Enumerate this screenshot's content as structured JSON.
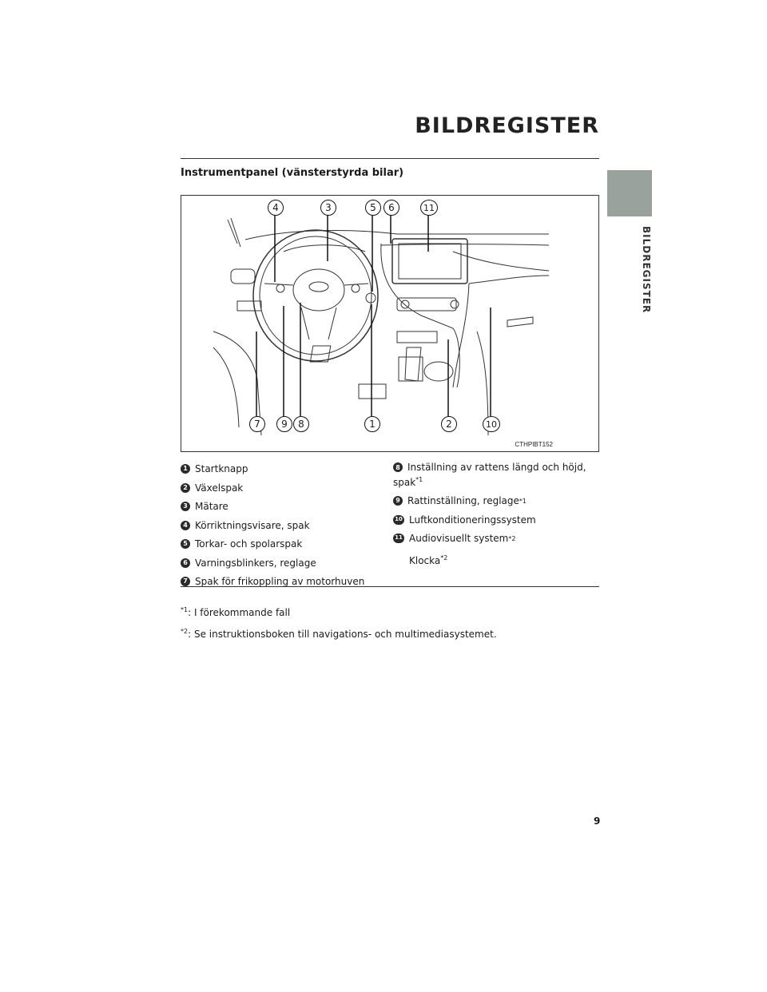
{
  "header": {
    "title": "BILDREGISTER"
  },
  "side_tab": {
    "label": "BILDREGISTER"
  },
  "section": {
    "title": "Instrumentpanel (vänsterstyrda bilar)"
  },
  "figure": {
    "code": "CTHPIBT152",
    "top_callouts": [
      "4",
      "3",
      "5",
      "6",
      "11"
    ],
    "bottom_callouts": [
      "7",
      "9",
      "8",
      "1",
      "2",
      "10"
    ]
  },
  "legend_left": [
    {
      "num": "1",
      "text": "Startknapp",
      "sup": ""
    },
    {
      "num": "2",
      "text": "Växelspak",
      "sup": ""
    },
    {
      "num": "3",
      "text": "Mätare",
      "sup": ""
    },
    {
      "num": "4",
      "text": "Körriktningsvisare, spak",
      "sup": ""
    },
    {
      "num": "5",
      "text": "Torkar- och spolarspak",
      "sup": ""
    },
    {
      "num": "6",
      "text": "Varningsblinkers, reglage",
      "sup": ""
    },
    {
      "num": "7",
      "text": "Spak för frikoppling av motorhuven",
      "sup": ""
    }
  ],
  "legend_right": [
    {
      "num": "8",
      "text": "Inställning av rattens längd och höjd,",
      "text2": "spak",
      "sup": "*1"
    },
    {
      "num": "9",
      "text": "Rattinställning, reglage",
      "sup": "*1"
    },
    {
      "num": "10",
      "text": "Luftkonditioneringssystem",
      "sup": ""
    },
    {
      "num": "11",
      "text": "Audiovisuellt system",
      "sup": "*2",
      "text2": "Klocka",
      "sup2": "*2"
    }
  ],
  "footnotes": [
    {
      "mark": "*1",
      "text": ": I förekommande fall"
    },
    {
      "mark": "*2",
      "text": ": Se instruktionsboken till navigations- och multimediasystemet."
    }
  ],
  "page_number": "9"
}
